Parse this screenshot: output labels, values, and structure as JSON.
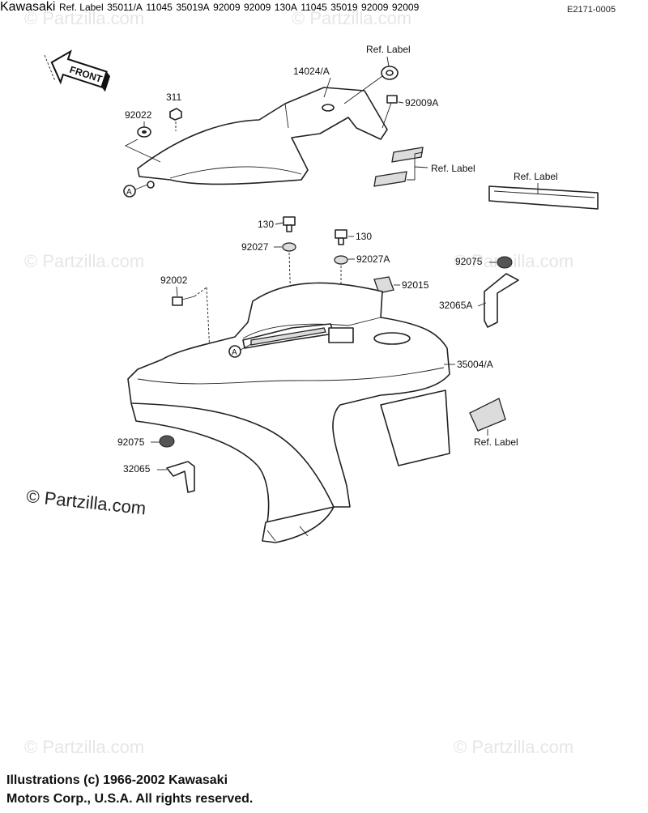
{
  "diagram_code": "E2171-0005",
  "front_label": "FRONT",
  "watermark": "© Partzilla.com",
  "copyright_stamp": "© Partzilla.com",
  "brand_decal_text": "Kawasaki",
  "callout_reference": "A",
  "labels": {
    "p14024A": "14024/A",
    "ref_label_top": "Ref. Label",
    "p311": "311",
    "p92022": "92022",
    "p92009A": "92009A",
    "ref_label_mid": "Ref. Label",
    "ref_label_right": "Ref. Label",
    "p130_left": "130",
    "p130_right": "130",
    "p92027": "92027",
    "p92027A": "92027A",
    "p92002": "92002",
    "p92015": "92015",
    "p92075_right": "92075",
    "p32065A": "32065A",
    "p35004A": "35004/A",
    "ref_label_fender": "Ref. Label",
    "p92075_left": "92075",
    "p32065": "32065",
    "p11045_top": "11045",
    "p35011A": "35011/A",
    "p35019A": "35019A",
    "p92009_r1": "92009",
    "p92009_r2": "92009",
    "ref_label_decal": "Ref. Label",
    "p130A": "130A",
    "p11045_bottom": "11045",
    "p35019": "35019",
    "p92009_b1": "92009",
    "p92009_b2": "92009"
  },
  "footer": {
    "line1": "Illustrations (c) 1966-2002 Kawasaki",
    "line2": "Motors Corp., U.S.A.  All rights reserved."
  }
}
